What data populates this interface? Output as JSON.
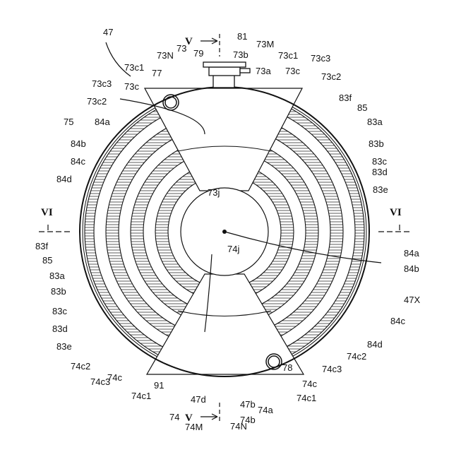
{
  "figure": {
    "section_marks": {
      "top": "V",
      "bottom": "V",
      "left": "VI",
      "right": "VI"
    },
    "labels": [
      "47",
      "81",
      "73M",
      "73N",
      "73",
      "79",
      "73b",
      "73c1",
      "73c3",
      "73a",
      "73c",
      "73c2",
      "73c1",
      "77",
      "73c3",
      "73c",
      "73c2",
      "83f",
      "85",
      "84a",
      "83a",
      "75",
      "84b",
      "83b",
      "84c",
      "83c",
      "84d",
      "83d",
      "83e",
      "73j",
      "83f",
      "85",
      "84a",
      "83a",
      "74j",
      "84b",
      "83b",
      "47X",
      "83c",
      "84c",
      "83d",
      "84d",
      "83e",
      "74c2",
      "74c2",
      "74c3",
      "74c",
      "74c3",
      "91",
      "78",
      "74c",
      "74c1",
      "47d",
      "74c1",
      "47b",
      "74a",
      "74",
      "74N",
      "74b",
      "74M"
    ]
  }
}
